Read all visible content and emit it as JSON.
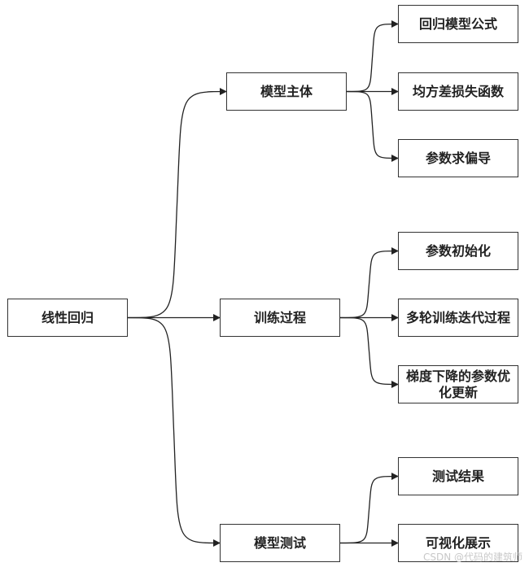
{
  "root": {
    "label": "线性回归"
  },
  "branches": [
    {
      "label": "模型主体",
      "children": [
        "回归模型公式",
        "均方差损失函数",
        "参数求偏导"
      ]
    },
    {
      "label": "训练过程",
      "children": [
        "参数初始化",
        "多轮训练迭代过程",
        "梯度下降的参数优化更新"
      ]
    },
    {
      "label": "模型测试",
      "children": [
        "测试结果",
        "可视化展示"
      ]
    }
  ],
  "watermark": "CSDN @代码的建筑师"
}
